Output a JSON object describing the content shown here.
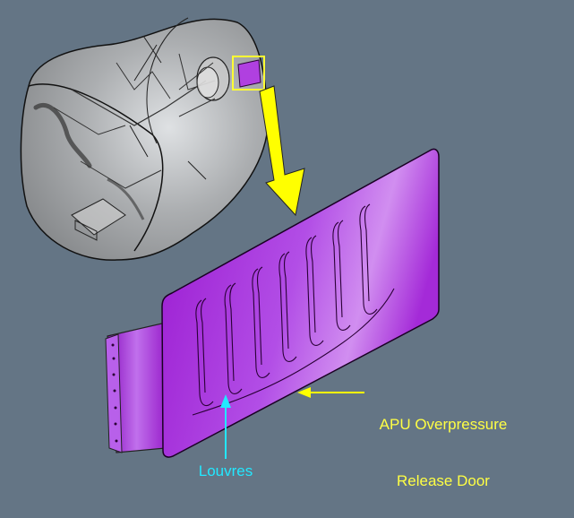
{
  "colors": {
    "background": "#647585",
    "door": "#b040e0",
    "highlight": "#ffff33",
    "arrow": "#ffff00",
    "louvres_label": "#22e8ff",
    "apu_label": "#ffff44"
  },
  "labels": {
    "apu_line1": "APU Overpressure",
    "apu_line2": "Release Door",
    "louvres": "Louvres"
  }
}
